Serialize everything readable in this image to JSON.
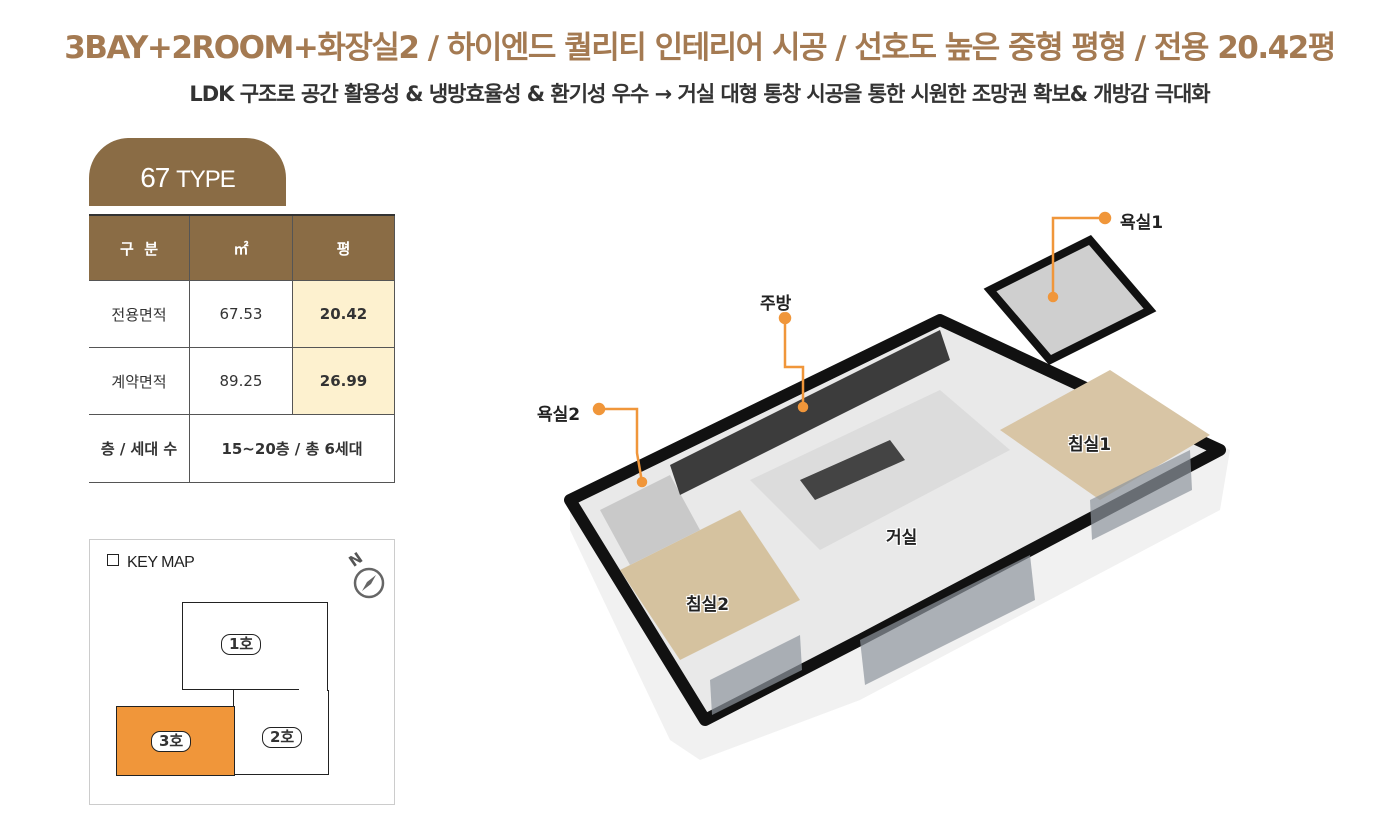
{
  "header": {
    "headline": "3BAY+2ROOM+화장실2 / 하이엔드 퀄리티 인테리어 시공 / 선호도 높은 중형 평형 / 전용 20.42평",
    "subline": "LDK 구조로 공간 활용성 & 냉방효율성 & 환기성 우수 → 거실 대형 통창 시공을 통한 시원한 조망권 확보& 개방감 극대화"
  },
  "type_tab": {
    "number": "67",
    "suffix": "TYPE"
  },
  "area_table": {
    "headers": [
      "구  분",
      "㎡",
      "평"
    ],
    "rows": [
      {
        "label": "전용면적",
        "sqm": "67.53",
        "pyeong": "20.42"
      },
      {
        "label": "계약면적",
        "sqm": "89.25",
        "pyeong": "26.99"
      }
    ],
    "floor_row": {
      "label": "층 / 세대 수",
      "value": "15~20층 / 총 6세대"
    }
  },
  "key_map": {
    "title": "KEY MAP",
    "compass_letter": "N",
    "units": [
      "1호",
      "2호",
      "3호"
    ],
    "selected_unit": "3호",
    "highlight_color": "#f0963a"
  },
  "floor_plan": {
    "rooms": {
      "bath1": "욕실1",
      "kitchen": "주방",
      "bath2": "욕실2",
      "bedroom1": "침실1",
      "living": "거실",
      "bedroom2": "침실2"
    },
    "callout_color": "#f0963a"
  },
  "colors": {
    "brand_brown": "#8a6c45",
    "headline_brown": "#a47a52",
    "highlight_cell": "#fdf1cf"
  }
}
